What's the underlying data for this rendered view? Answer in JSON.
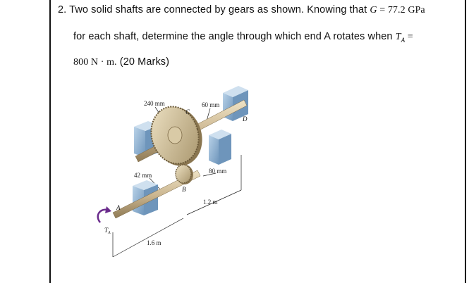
{
  "question": {
    "line1_prefix": "2.  Two solid shafts are connected by gears as shown. Knowing that ",
    "g_symbol": "G",
    "g_value": " = 77.2 GPa",
    "line2_prefix": "for each shaft, determine the angle through which end A rotates when ",
    "t_symbol": "T",
    "t_sub": "A",
    "t_eq": " =",
    "line3_value": "800 N · m.",
    "line3_marks": "  (20 Marks)"
  },
  "figure": {
    "dim_240": "240 mm",
    "dim_60": "60 mm",
    "dim_42": "42 mm",
    "dim_80": "80 mm",
    "dim_12": "1.2 m",
    "dim_16": "1.6 m",
    "label_A": "A",
    "label_B": "B",
    "label_C": "C",
    "label_D": "D",
    "label_TA": "T",
    "label_TA_sub": "A"
  },
  "colors": {
    "bearing": "#8fb3d4",
    "bearing_dark": "#5f87ad",
    "shaft": "#cdb892",
    "gear": "#c8b894",
    "torque_arrow": "#6a2b8c"
  }
}
